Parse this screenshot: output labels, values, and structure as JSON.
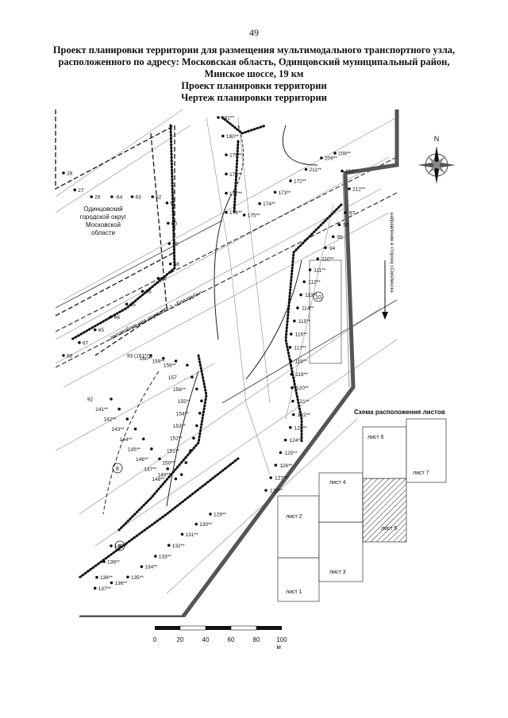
{
  "page_number": "49",
  "title": {
    "line1": "Проект планировки территории для размещения мультимодального транспортного узла,",
    "line2": "расположенного по адресу: Московская область, Одинцовский муниципальный район,",
    "line3": "Минское шоссе, 19 км",
    "line4": "Проект планировки территории",
    "line5": "Чертеж планировки территории"
  },
  "map": {
    "district_label": [
      "Одинцовский",
      "городской округ",
      "Московской",
      "области"
    ],
    "road_label": "автомобильная дорога М-1 «Беларусь»",
    "direction_label": "направление в сторону г.Смоленска",
    "compass_n": "N",
    "zones": [
      "8",
      "9",
      "10"
    ],
    "points_left": [
      "28",
      "27",
      "29",
      "-64",
      "63",
      "62",
      "61",
      "60",
      "59",
      "58",
      "57",
      "56",
      "55",
      "66",
      "65",
      "67",
      "68"
    ],
    "points_top": [
      "181**",
      "180**",
      "179**",
      "178**",
      "177**",
      "176**",
      "175**",
      "174**",
      "173**",
      "172**",
      "211**",
      "209**",
      "208**",
      "210**",
      "212**"
    ],
    "points_right": [
      "97",
      "96",
      "95",
      "94",
      "110**",
      "111**",
      "112**",
      "113**",
      "114**",
      "115**",
      "116**",
      "117**",
      "118**",
      "119**",
      "120**",
      "121**",
      "122**",
      "123**",
      "124**",
      "125**",
      "126**",
      "127**",
      "128**"
    ],
    "points_center": [
      "93 (161**)",
      "160**",
      "159**",
      "158**",
      "157",
      "156**",
      "155**",
      "154**",
      "153**",
      "152**",
      "151**",
      "150**",
      "149**",
      "148**",
      "147**",
      "146**",
      "145**",
      "144**",
      "143**",
      "142**",
      "141**",
      "92"
    ],
    "points_bottom": [
      "129**",
      "130**",
      "131**",
      "132**",
      "133**",
      "134**",
      "135**",
      "136**",
      "137**",
      "138**",
      "139**",
      "140**"
    ],
    "colors": {
      "boundary": "#555555",
      "ink": "#111111"
    }
  },
  "scale": {
    "ticks": [
      "0",
      "20",
      "40",
      "60",
      "80",
      "100 м"
    ]
  },
  "sheet_scheme": {
    "title": "Схема расположения листов",
    "sheets": [
      "лист 1",
      "лист 2",
      "лист 3",
      "лист 4",
      "лист 5",
      "лист 6",
      "лист 7"
    ]
  }
}
